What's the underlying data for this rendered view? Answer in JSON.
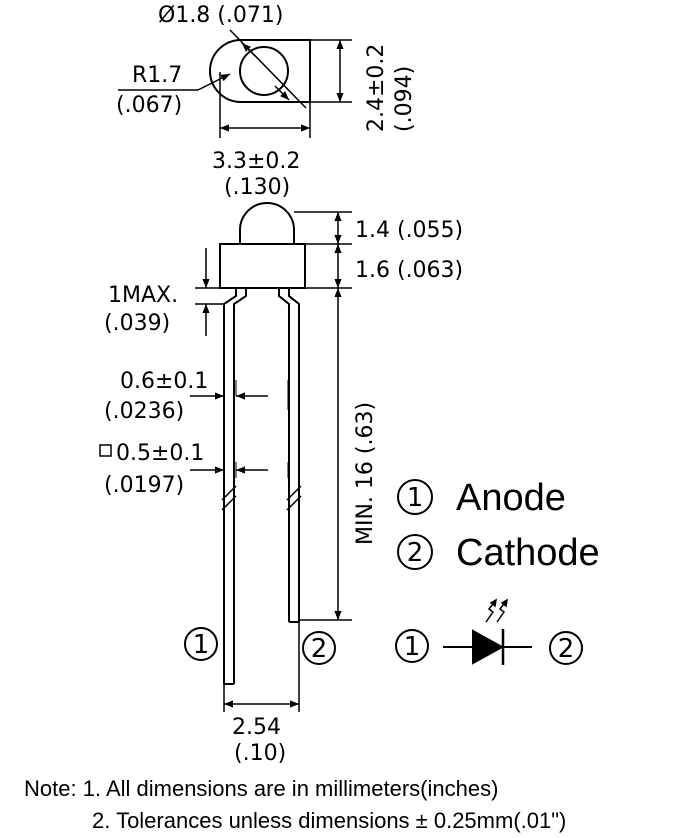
{
  "top_view": {
    "diameter": "Ø1.8 (.071)",
    "radius": "R1.7",
    "radius_inch": "(.067)",
    "height": "2.4±0.2",
    "height_inch": "(.094)",
    "width": "3.3±0.2",
    "width_inch": "(.130)"
  },
  "side_view": {
    "dome_height": "1.4 (.055)",
    "body_height": "1.6 (.063)",
    "max_gap": "1MAX.",
    "max_gap_inch": "(.039)",
    "lead_width": "0.6±0.1",
    "lead_width_inch": "(.0236)",
    "lead_square": "0.5±0.1",
    "lead_square_inch": "(.0197)",
    "lead_length": "MIN. 16 (.63)",
    "lead_spacing": "2.54",
    "lead_spacing_inch": "(.10)",
    "pin1": "1",
    "pin2": "2"
  },
  "legend": {
    "pin1_num": "1",
    "pin1_label": "Anode",
    "pin2_num": "2",
    "pin2_label": "Cathode"
  },
  "symbol": {
    "pin1": "1",
    "pin2": "2"
  },
  "notes": {
    "line1": "Note: 1. All dimensions are in millimeters(inches)",
    "line2": "2. Tolerances unless dimensions ± 0.25mm(.01\")"
  }
}
